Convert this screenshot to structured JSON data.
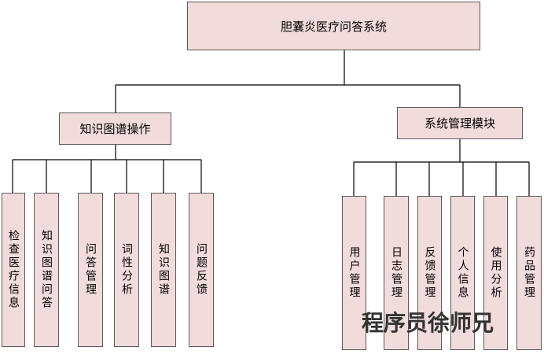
{
  "root": {
    "label": "胆囊炎医疗问答系统"
  },
  "branches": [
    {
      "label": "知识图谱操作",
      "children": [
        "检查医疗信息",
        "知识图谱问答",
        "问答管理",
        "词性分析",
        "知识图谱",
        "问题反馈"
      ]
    },
    {
      "label": "系统管理模块",
      "children": [
        "用户管理",
        "日志管理",
        "反馈管理",
        "个人信息",
        "使用分析",
        "药品管理"
      ]
    }
  ],
  "watermark": {
    "text": "程序员徐师兄"
  },
  "colors": {
    "box_fill": "#f2dcdb",
    "box_border": "#5a5a5a",
    "line": "#000000"
  }
}
